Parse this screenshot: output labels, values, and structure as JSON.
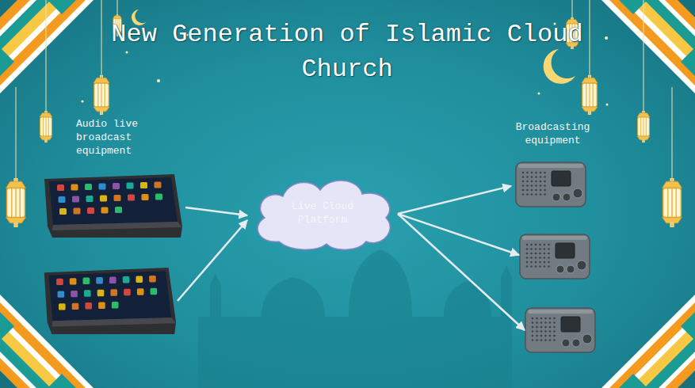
{
  "diagram": {
    "title": "New Generation of Islamic Cloud Church",
    "nodes": [
      {
        "text": [
          "Audio live broadcast equipment"
        ]
      },
      {
        "text": []
      },
      {
        "text": [
          "Live Cloud Platform"
        ]
      },
      {
        "text": [
          "Broadcasting equipment"
        ]
      },
      {
        "text": []
      },
      {
        "text": []
      }
    ],
    "edges": [
      {
        "from": 0,
        "to": 2,
        "arrow": "to"
      },
      {
        "from": 1,
        "to": 2,
        "arrow": "to"
      },
      {
        "from": 2,
        "to": 3,
        "arrow": "to"
      },
      {
        "from": 2,
        "to": 4,
        "arrow": "to"
      },
      {
        "from": 2,
        "to": 5,
        "arrow": "to"
      }
    ]
  }
}
